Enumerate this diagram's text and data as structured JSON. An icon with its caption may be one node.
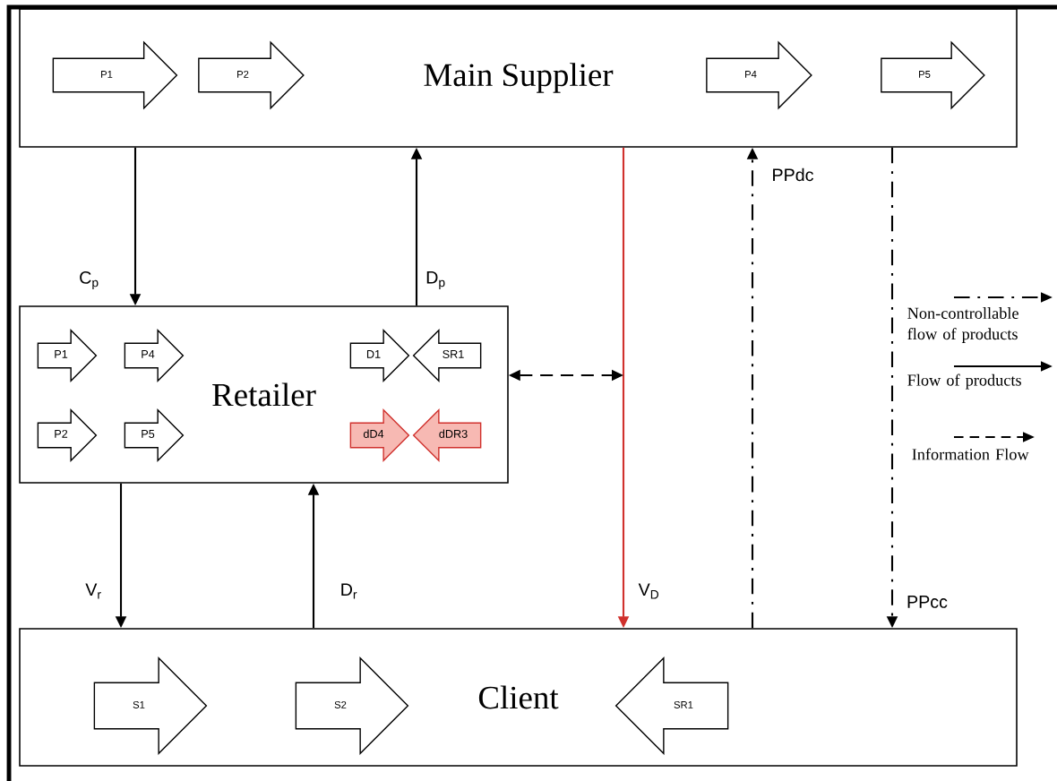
{
  "diagram": {
    "nodes": [
      {
        "text": [
          "Main Supplier"
        ]
      },
      {
        "text": [
          "P1"
        ],
        "in": 0
      },
      {
        "text": [
          "P2"
        ],
        "in": 0
      },
      {
        "text": [
          "P4"
        ],
        "in": 0
      },
      {
        "text": [
          "P5"
        ],
        "in": 0
      },
      {
        "text": [
          "Retailer"
        ]
      },
      {
        "text": [
          "P1"
        ],
        "in": 5
      },
      {
        "text": [
          "P4"
        ],
        "in": 5
      },
      {
        "text": [
          "D1"
        ],
        "in": 5
      },
      {
        "text": [
          "SR1"
        ],
        "in": 5
      },
      {
        "text": [
          "P2"
        ],
        "in": 5
      },
      {
        "text": [
          "P5"
        ],
        "in": 5
      },
      {
        "text": [
          "dD4"
        ],
        "in": 5
      },
      {
        "text": [
          "dDR3"
        ],
        "in": 5
      },
      {
        "text": [
          "Client"
        ]
      },
      {
        "text": [
          "S1"
        ],
        "in": 14
      },
      {
        "text": [
          "S2"
        ],
        "in": 14
      },
      {
        "text": [
          "SR1"
        ],
        "in": 14
      }
    ],
    "edges": [
      {
        "from": 0,
        "to": 5,
        "arrow": "to",
        "label": "C$_{p}$"
      },
      {
        "from": 5,
        "to": 0,
        "arrow": "to",
        "label": "D$_{p}$"
      },
      {
        "from": 5,
        "to": 14,
        "arrow": "to",
        "label": "V$_{r}$"
      },
      {
        "from": 14,
        "to": 5,
        "arrow": "to",
        "label": "D$_{r}$"
      },
      {
        "from": 0,
        "to": 14,
        "arrow": "to",
        "label": "V$_{D}$",
        "color": "#d0312d"
      },
      {
        "from": 5,
        "to": null,
        "arrow": "both",
        "style": "dashed"
      },
      {
        "from": 14,
        "to": 0,
        "arrow": "to",
        "label": "PPdc",
        "style": "dashed"
      },
      {
        "from": 0,
        "to": 14,
        "arrow": "to",
        "label": "PPcc",
        "style": "dashed"
      }
    ],
    "legend": [
      {
        "text": "Non-controllable flow of products"
      },
      {
        "text": "Flow of products"
      },
      {
        "text": "Information Flow"
      }
    ]
  }
}
